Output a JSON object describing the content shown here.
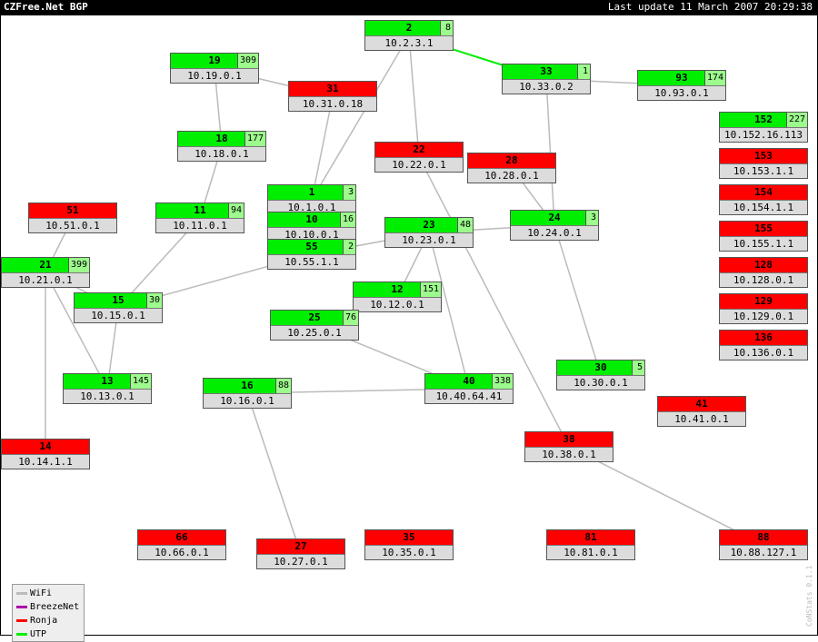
{
  "header": {
    "title": "CZFree.Net BGP",
    "last_update": "Last update 11 March 2007 20:29:38"
  },
  "colors": {
    "utp": "#00ee00",
    "ronja": "#ff0000",
    "breezenet": "#aa00aa",
    "wifi": "#bbbbbb",
    "count_bg": "#9cfb8c",
    "ip_bg": "#dcdcdc"
  },
  "nodes": [
    {
      "id": "2",
      "ip": "10.2.3.1",
      "count": "8",
      "type": "utp"
    },
    {
      "id": "19",
      "ip": "10.19.0.1",
      "count": "309",
      "type": "utp"
    },
    {
      "id": "31",
      "ip": "10.31.0.18",
      "count": "",
      "type": "ronja"
    },
    {
      "id": "33",
      "ip": "10.33.0.2",
      "count": "1",
      "type": "utp"
    },
    {
      "id": "93",
      "ip": "10.93.0.1",
      "count": "174",
      "type": "utp"
    },
    {
      "id": "152",
      "ip": "10.152.16.113",
      "count": "227",
      "type": "utp"
    },
    {
      "id": "18",
      "ip": "10.18.0.1",
      "count": "177",
      "type": "utp"
    },
    {
      "id": "22",
      "ip": "10.22.0.1",
      "count": "",
      "type": "ronja"
    },
    {
      "id": "28",
      "ip": "10.28.0.1",
      "count": "",
      "type": "ronja"
    },
    {
      "id": "153",
      "ip": "10.153.1.1",
      "count": "",
      "type": "ronja"
    },
    {
      "id": "51",
      "ip": "10.51.0.1",
      "count": "",
      "type": "ronja"
    },
    {
      "id": "11",
      "ip": "10.11.0.1",
      "count": "94",
      "type": "utp"
    },
    {
      "id": "1",
      "ip": "10.1.0.1",
      "count": "3",
      "type": "utp"
    },
    {
      "id": "154",
      "ip": "10.154.1.1",
      "count": "",
      "type": "ronja"
    },
    {
      "id": "10",
      "ip": "10.10.0.1",
      "count": "16",
      "type": "utp"
    },
    {
      "id": "23",
      "ip": "10.23.0.1",
      "count": "48",
      "type": "utp"
    },
    {
      "id": "24",
      "ip": "10.24.0.1",
      "count": "3",
      "type": "utp"
    },
    {
      "id": "155",
      "ip": "10.155.1.1",
      "count": "",
      "type": "ronja"
    },
    {
      "id": "55",
      "ip": "10.55.1.1",
      "count": "2",
      "type": "utp"
    },
    {
      "id": "21",
      "ip": "10.21.0.1",
      "count": "399",
      "type": "utp"
    },
    {
      "id": "128",
      "ip": "10.128.0.1",
      "count": "",
      "type": "ronja"
    },
    {
      "id": "12",
      "ip": "10.12.0.1",
      "count": "151",
      "type": "utp"
    },
    {
      "id": "15",
      "ip": "10.15.0.1",
      "count": "30",
      "type": "utp"
    },
    {
      "id": "129",
      "ip": "10.129.0.1",
      "count": "",
      "type": "ronja"
    },
    {
      "id": "25",
      "ip": "10.25.0.1",
      "count": "76",
      "type": "utp"
    },
    {
      "id": "136",
      "ip": "10.136.0.1",
      "count": "",
      "type": "ronja"
    },
    {
      "id": "30",
      "ip": "10.30.0.1",
      "count": "5",
      "type": "utp"
    },
    {
      "id": "13",
      "ip": "10.13.0.1",
      "count": "145",
      "type": "utp"
    },
    {
      "id": "16",
      "ip": "10.16.0.1",
      "count": "88",
      "type": "utp"
    },
    {
      "id": "40",
      "ip": "10.40.64.41",
      "count": "338",
      "type": "utp"
    },
    {
      "id": "41",
      "ip": "10.41.0.1",
      "count": "",
      "type": "ronja"
    },
    {
      "id": "38",
      "ip": "10.38.0.1",
      "count": "",
      "type": "ronja"
    },
    {
      "id": "14",
      "ip": "10.14.1.1",
      "count": "",
      "type": "ronja"
    },
    {
      "id": "66",
      "ip": "10.66.0.1",
      "count": "",
      "type": "ronja"
    },
    {
      "id": "27",
      "ip": "10.27.0.1",
      "count": "",
      "type": "ronja"
    },
    {
      "id": "35",
      "ip": "10.35.0.1",
      "count": "",
      "type": "ronja"
    },
    {
      "id": "81",
      "ip": "10.81.0.1",
      "count": "",
      "type": "ronja"
    },
    {
      "id": "88",
      "ip": "10.88.127.1",
      "count": "",
      "type": "ronja"
    }
  ],
  "links": [
    {
      "from": "2",
      "to": "33",
      "type": "utp"
    },
    {
      "from": "2",
      "to": "1",
      "type": "wifi"
    },
    {
      "from": "2",
      "to": "22",
      "type": "wifi"
    },
    {
      "from": "33",
      "to": "93",
      "type": "wifi"
    },
    {
      "from": "33",
      "to": "24",
      "type": "wifi"
    },
    {
      "from": "19",
      "to": "31",
      "type": "wifi"
    },
    {
      "from": "19",
      "to": "18",
      "type": "wifi"
    },
    {
      "from": "31",
      "to": "1",
      "type": "wifi"
    },
    {
      "from": "18",
      "to": "11",
      "type": "wifi"
    },
    {
      "from": "22",
      "to": "38",
      "type": "wifi"
    },
    {
      "from": "28",
      "to": "24",
      "type": "wifi"
    },
    {
      "from": "23",
      "to": "24",
      "type": "wifi"
    },
    {
      "from": "23",
      "to": "55",
      "type": "wifi"
    },
    {
      "from": "23",
      "to": "12",
      "type": "wifi"
    },
    {
      "from": "23",
      "to": "40",
      "type": "wifi"
    },
    {
      "from": "24",
      "to": "30",
      "type": "wifi"
    },
    {
      "from": "55",
      "to": "15",
      "type": "wifi"
    },
    {
      "from": "11",
      "to": "15",
      "type": "wifi"
    },
    {
      "from": "51",
      "to": "21",
      "type": "wifi"
    },
    {
      "from": "21",
      "to": "15",
      "type": "wifi"
    },
    {
      "from": "21",
      "to": "13",
      "type": "wifi"
    },
    {
      "from": "21",
      "to": "14",
      "type": "wifi"
    },
    {
      "from": "15",
      "to": "13",
      "type": "wifi"
    },
    {
      "from": "25",
      "to": "40",
      "type": "wifi"
    },
    {
      "from": "16",
      "to": "40",
      "type": "wifi"
    },
    {
      "from": "16",
      "to": "27",
      "type": "wifi"
    },
    {
      "from": "38",
      "to": "88",
      "type": "wifi"
    }
  ],
  "legend": [
    {
      "label": "WiFi",
      "color": "#bbbbbb"
    },
    {
      "label": "BreezeNet",
      "color": "#aa00aa"
    },
    {
      "label": "Ronja",
      "color": "#ff0000"
    },
    {
      "label": "UTP",
      "color": "#00ee00"
    }
  ],
  "footer": "CoNStats 0.1.1"
}
